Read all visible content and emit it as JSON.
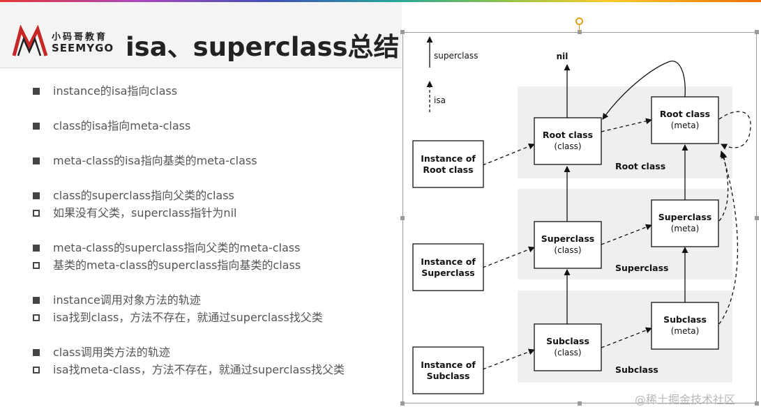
{
  "header": {
    "logo_cn": "小码哥教育",
    "logo_en": "SEEMYGO",
    "title": "isa、superclass总结"
  },
  "bullets": [
    {
      "items": [
        {
          "marker": "filled",
          "text": "instance的isa指向class"
        }
      ]
    },
    {
      "items": [
        {
          "marker": "filled",
          "text": "class的isa指向meta-class"
        }
      ]
    },
    {
      "items": [
        {
          "marker": "filled",
          "text": "meta-class的isa指向基类的meta-class"
        }
      ]
    },
    {
      "items": [
        {
          "marker": "filled",
          "text": "class的superclass指向父类的class"
        },
        {
          "marker": "hollow",
          "text": "如果没有父类，superclass指针为nil"
        }
      ]
    },
    {
      "items": [
        {
          "marker": "filled",
          "text": "meta-class的superclass指向父类的meta-class"
        },
        {
          "marker": "hollow",
          "text": "基类的meta-class的superclass指向基类的class"
        }
      ]
    },
    {
      "items": [
        {
          "marker": "filled",
          "text": "instance调用对象方法的轨迹"
        },
        {
          "marker": "hollow",
          "text": "isa找到class，方法不存在，就通过superclass找父类"
        }
      ]
    },
    {
      "items": [
        {
          "marker": "filled",
          "text": "class调用类方法的轨迹"
        },
        {
          "marker": "hollow",
          "text": "isa找meta-class，方法不存在，就通过superclass找父类"
        }
      ]
    }
  ],
  "diagram": {
    "legend_superclass": "superclass",
    "legend_isa": "isa",
    "nil_label": "nil",
    "band_labels": {
      "root": "Root class",
      "super": "Superclass",
      "sub": "Subclass"
    },
    "instance_root": [
      "Instance of",
      "Root class"
    ],
    "instance_super": [
      "Instance of",
      "Superclass"
    ],
    "instance_sub": [
      "Instance of",
      "Subclass"
    ],
    "root_class": [
      "Root class",
      "(class)"
    ],
    "super_class": [
      "Superclass",
      "(class)"
    ],
    "sub_class": [
      "Subclass",
      "(class)"
    ],
    "root_meta": [
      "Root class",
      "(meta)"
    ],
    "super_meta": [
      "Superclass",
      "(meta)"
    ],
    "sub_meta": [
      "Subclass",
      "(meta)"
    ]
  },
  "watermark": "@稀土掘金技术社区",
  "colors": {
    "band": "#efefef",
    "box_border": "#111111",
    "accent": "#e0a21b",
    "logo_red": "#c62828"
  }
}
